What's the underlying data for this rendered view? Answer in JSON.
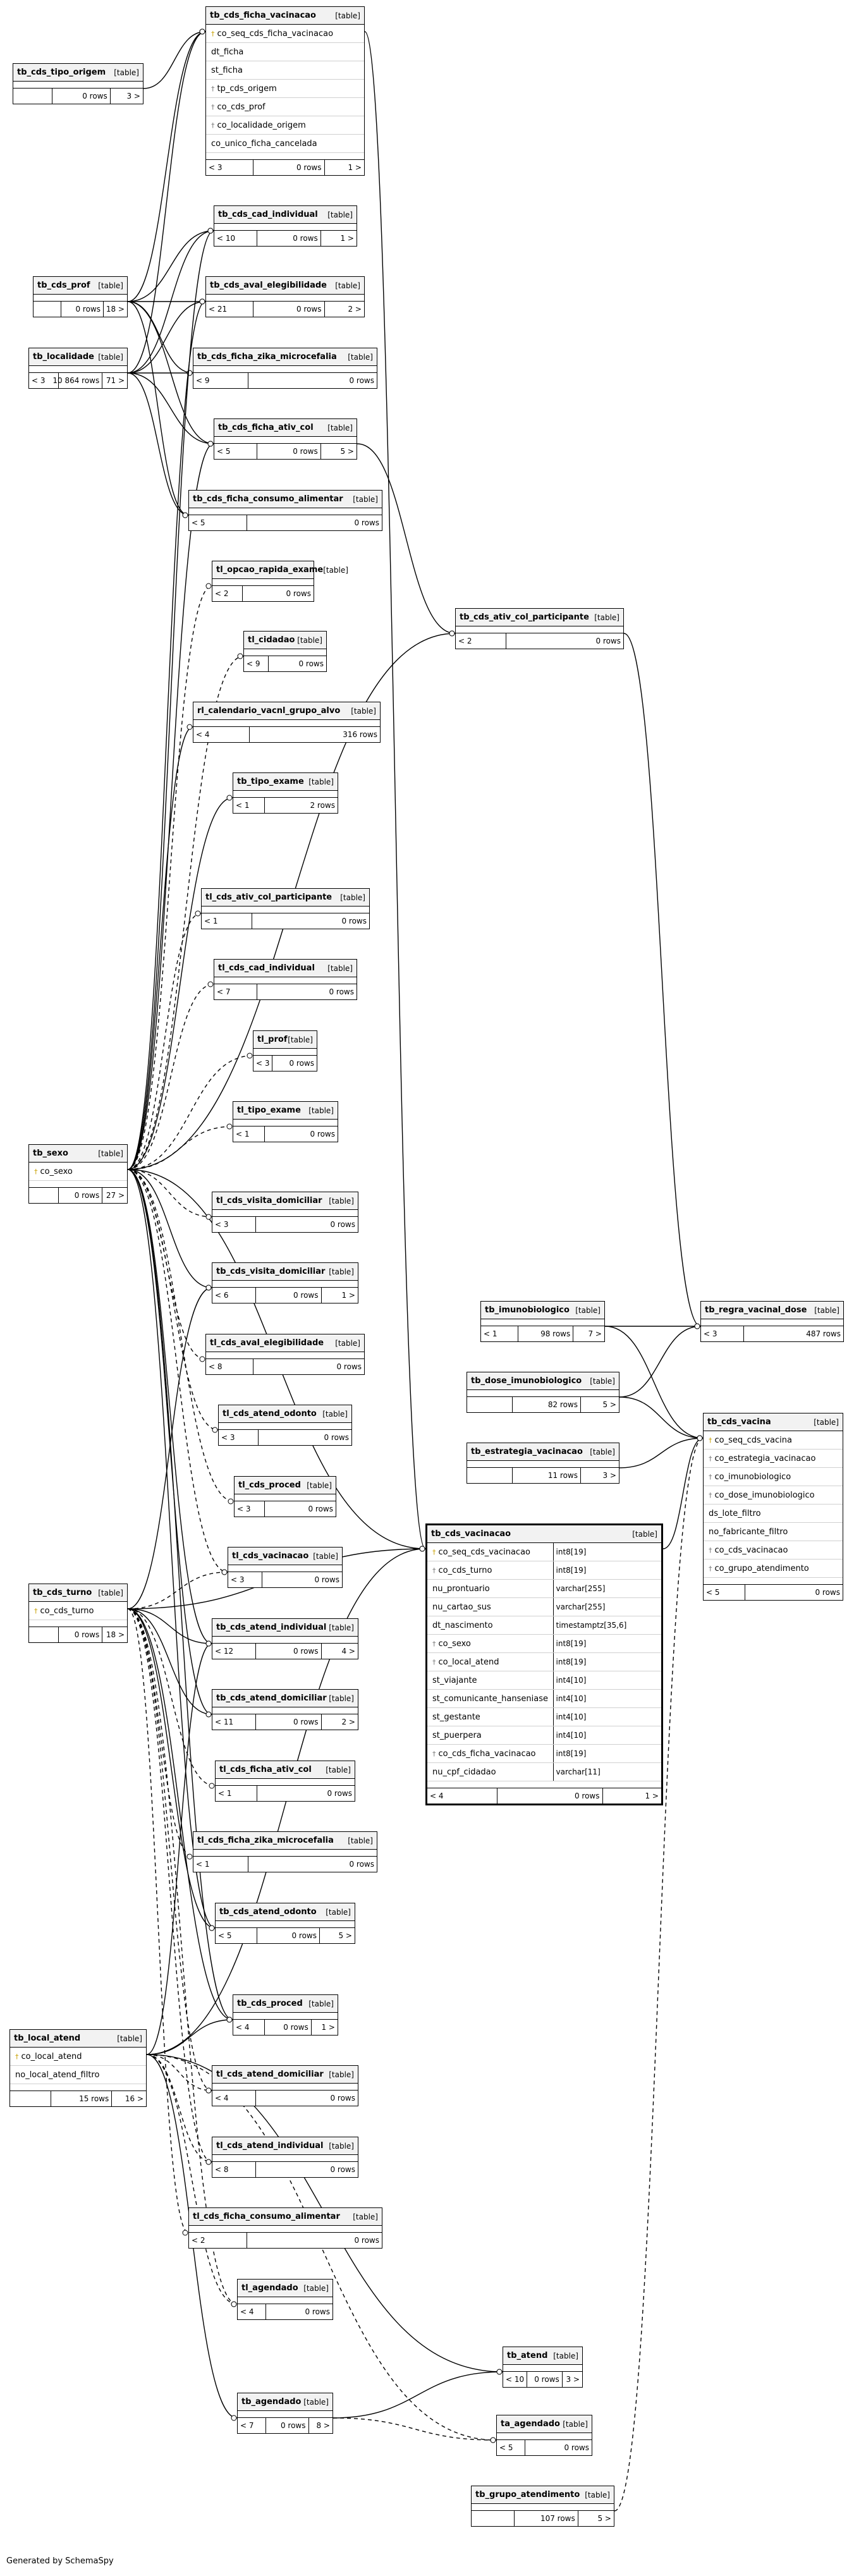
{
  "footer": "Generated by SchemaSpy",
  "tables": [
    {
      "id": "tb_cds_ficha_vacinacao",
      "name": "tb_cds_ficha_vacinacao",
      "type": "[table]",
      "cols": [
        {
          "n": "co_seq_cds_ficha_vacinacao",
          "k": "pk"
        },
        {
          "n": "dt_ficha"
        },
        {
          "n": "st_ficha"
        },
        {
          "n": "tp_cds_origem",
          "k": "fk"
        },
        {
          "n": "co_cds_prof",
          "k": "fk"
        },
        {
          "n": "co_localidade_origem",
          "k": "fk"
        },
        {
          "n": "co_unico_ficha_cancelada"
        }
      ],
      "foot": [
        "< 3",
        "0 rows",
        "1 >"
      ]
    },
    {
      "id": "tb_cds_tipo_origem",
      "name": "tb_cds_tipo_origem",
      "type": "[table]",
      "foot": [
        "",
        "0 rows",
        "3 >"
      ]
    },
    {
      "id": "tb_cds_prof",
      "name": "tb_cds_prof",
      "type": "[table]",
      "foot": [
        "",
        "0 rows",
        "18 >"
      ]
    },
    {
      "id": "tb_localidade",
      "name": "tb_localidade",
      "type": "[table]",
      "foot": [
        "< 3",
        "10 864 rows",
        "71 >"
      ]
    },
    {
      "id": "tb_cds_cad_individual",
      "name": "tb_cds_cad_individual",
      "type": "[table]",
      "foot": [
        "< 10",
        "0 rows",
        "1 >"
      ]
    },
    {
      "id": "tb_cds_aval_elegibilidade",
      "name": "tb_cds_aval_elegibilidade",
      "type": "[table]",
      "foot": [
        "< 21",
        "0 rows",
        "2 >"
      ]
    },
    {
      "id": "tb_cds_ficha_zika_microcefalia",
      "name": "tb_cds_ficha_zika_microcefalia",
      "type": "[table]",
      "foot": [
        "< 9",
        "0 rows"
      ]
    },
    {
      "id": "tb_cds_ficha_ativ_col",
      "name": "tb_cds_ficha_ativ_col",
      "type": "[table]",
      "foot": [
        "< 5",
        "0 rows",
        "5 >"
      ]
    },
    {
      "id": "tb_cds_ficha_consumo_alimentar",
      "name": "tb_cds_ficha_consumo_alimentar",
      "type": "[table]",
      "foot": [
        "< 5",
        "0 rows"
      ]
    },
    {
      "id": "tl_opcao_rapida_exame",
      "name": "tl_opcao_rapida_exame",
      "type": "[table]",
      "foot": [
        "< 2",
        "0 rows"
      ]
    },
    {
      "id": "tl_cidadao",
      "name": "tl_cidadao",
      "type": "[table]",
      "foot": [
        "< 9",
        "0 rows"
      ]
    },
    {
      "id": "tb_cds_ativ_col_participante",
      "name": "tb_cds_ativ_col_participante",
      "type": "[table]",
      "foot": [
        "< 2",
        "0 rows"
      ]
    },
    {
      "id": "rl_calendario_vacnl_grupo_alvo",
      "name": "rl_calendario_vacnl_grupo_alvo",
      "type": "[table]",
      "foot": [
        "< 4",
        "316 rows"
      ]
    },
    {
      "id": "tb_tipo_exame",
      "name": "tb_tipo_exame",
      "type": "[table]",
      "foot": [
        "< 1",
        "2 rows"
      ]
    },
    {
      "id": "tl_cds_ativ_col_participante",
      "name": "tl_cds_ativ_col_participante",
      "type": "[table]",
      "foot": [
        "< 1",
        "0 rows"
      ]
    },
    {
      "id": "tl_cds_cad_individual",
      "name": "tl_cds_cad_individual",
      "type": "[table]",
      "foot": [
        "< 7",
        "0 rows"
      ]
    },
    {
      "id": "tl_prof",
      "name": "tl_prof",
      "type": "[table]",
      "foot": [
        "< 3",
        "0 rows"
      ]
    },
    {
      "id": "tl_tipo_exame",
      "name": "tl_tipo_exame",
      "type": "[table]",
      "foot": [
        "< 1",
        "0 rows"
      ]
    },
    {
      "id": "tb_sexo",
      "name": "tb_sexo",
      "type": "[table]",
      "cols": [
        {
          "n": "co_sexo",
          "k": "pk"
        }
      ],
      "foot": [
        "",
        "0 rows",
        "27 >"
      ]
    },
    {
      "id": "tl_cds_visita_domiciliar",
      "name": "tl_cds_visita_domiciliar",
      "type": "[table]",
      "foot": [
        "< 3",
        "0 rows"
      ]
    },
    {
      "id": "tb_cds_visita_domiciliar",
      "name": "tb_cds_visita_domiciliar",
      "type": "[table]",
      "foot": [
        "< 6",
        "0 rows",
        "1 >"
      ]
    },
    {
      "id": "tl_cds_aval_elegibilidade",
      "name": "tl_cds_aval_elegibilidade",
      "type": "[table]",
      "foot": [
        "< 8",
        "0 rows"
      ]
    },
    {
      "id": "tl_cds_atend_odonto",
      "name": "tl_cds_atend_odonto",
      "type": "[table]",
      "foot": [
        "< 3",
        "0 rows"
      ]
    },
    {
      "id": "tl_cds_proced",
      "name": "tl_cds_proced",
      "type": "[table]",
      "foot": [
        "< 3",
        "0 rows"
      ]
    },
    {
      "id": "tl_cds_vacinacao",
      "name": "tl_cds_vacinacao",
      "type": "[table]",
      "foot": [
        "< 3",
        "0 rows"
      ]
    },
    {
      "id": "tb_cds_turno",
      "name": "tb_cds_turno",
      "type": "[table]",
      "cols": [
        {
          "n": "co_cds_turno",
          "k": "pk"
        }
      ],
      "foot": [
        "",
        "0 rows",
        "18 >"
      ]
    },
    {
      "id": "tb_cds_atend_individual",
      "name": "tb_cds_atend_individual",
      "type": "[table]",
      "foot": [
        "< 12",
        "0 rows",
        "4 >"
      ]
    },
    {
      "id": "tb_cds_atend_domiciliar",
      "name": "tb_cds_atend_domiciliar",
      "type": "[table]",
      "foot": [
        "< 11",
        "0 rows",
        "2 >"
      ]
    },
    {
      "id": "tl_cds_ficha_ativ_col",
      "name": "tl_cds_ficha_ativ_col",
      "type": "[table]",
      "foot": [
        "< 1",
        "0 rows"
      ]
    },
    {
      "id": "tl_cds_ficha_zika_microcefalia",
      "name": "tl_cds_ficha_zika_microcefalia",
      "type": "[table]",
      "foot": [
        "< 1",
        "0 rows"
      ]
    },
    {
      "id": "tb_cds_atend_odonto",
      "name": "tb_cds_atend_odonto",
      "type": "[table]",
      "foot": [
        "< 5",
        "0 rows",
        "5 >"
      ]
    },
    {
      "id": "tb_local_atend",
      "name": "tb_local_atend",
      "type": "[table]",
      "cols": [
        {
          "n": "co_local_atend",
          "k": "pk"
        },
        {
          "n": "no_local_atend_filtro"
        }
      ],
      "foot": [
        "",
        "15 rows",
        "16 >"
      ]
    },
    {
      "id": "tb_cds_proced",
      "name": "tb_cds_proced",
      "type": "[table]",
      "foot": [
        "< 4",
        "0 rows",
        "1 >"
      ]
    },
    {
      "id": "tl_cds_atend_domiciliar",
      "name": "tl_cds_atend_domiciliar",
      "type": "[table]",
      "foot": [
        "< 4",
        "0 rows"
      ]
    },
    {
      "id": "tl_cds_atend_individual",
      "name": "tl_cds_atend_individual",
      "type": "[table]",
      "foot": [
        "< 8",
        "0 rows"
      ]
    },
    {
      "id": "tl_cds_ficha_consumo_alimentar",
      "name": "tl_cds_ficha_consumo_alimentar",
      "type": "[table]",
      "foot": [
        "< 2",
        "0 rows"
      ]
    },
    {
      "id": "tl_agendado",
      "name": "tl_agendado",
      "type": "[table]",
      "foot": [
        "< 4",
        "0 rows"
      ]
    },
    {
      "id": "tb_atend",
      "name": "tb_atend",
      "type": "[table]",
      "foot": [
        "< 10",
        "0 rows",
        "3 >"
      ]
    },
    {
      "id": "tb_agendado",
      "name": "tb_agendado",
      "type": "[table]",
      "foot": [
        "< 7",
        "0 rows",
        "8 >"
      ]
    },
    {
      "id": "ta_agendado",
      "name": "ta_agendado",
      "type": "[table]",
      "foot": [
        "< 5",
        "0 rows"
      ]
    },
    {
      "id": "tb_grupo_atendimento",
      "name": "tb_grupo_atendimento",
      "type": "[table]",
      "foot": [
        "",
        "107 rows",
        "5 >"
      ]
    },
    {
      "id": "tb_imunobiologico",
      "name": "tb_imunobiologico",
      "type": "[table]",
      "foot": [
        "< 1",
        "98 rows",
        "7 >"
      ]
    },
    {
      "id": "tb_dose_imunobiologico",
      "name": "tb_dose_imunobiologico",
      "type": "[table]",
      "foot": [
        "",
        "82 rows",
        "5 >"
      ]
    },
    {
      "id": "tb_estrategia_vacinacao",
      "name": "tb_estrategia_vacinacao",
      "type": "[table]",
      "foot": [
        "",
        "11 rows",
        "3 >"
      ]
    },
    {
      "id": "tb_regra_vacinal_dose",
      "name": "tb_regra_vacinal_dose",
      "type": "[table]",
      "foot": [
        "< 3",
        "487 rows"
      ]
    },
    {
      "id": "tb_cds_vacina",
      "name": "tb_cds_vacina",
      "type": "[table]",
      "cols": [
        {
          "n": "co_seq_cds_vacina",
          "k": "pk"
        },
        {
          "n": "co_estrategia_vacinacao",
          "k": "fk"
        },
        {
          "n": "co_imunobiologico",
          "k": "fk"
        },
        {
          "n": "co_dose_imunobiologico",
          "k": "fk"
        },
        {
          "n": "ds_lote_filtro"
        },
        {
          "n": "no_fabricante_filtro"
        },
        {
          "n": "co_cds_vacinacao",
          "k": "fk"
        },
        {
          "n": "co_grupo_atendimento",
          "k": "fk"
        }
      ],
      "foot": [
        "< 5",
        "0 rows"
      ]
    },
    {
      "id": "tb_cds_vacinacao",
      "name": "tb_cds_vacinacao",
      "type": "[table]",
      "focus": true,
      "cols": [
        {
          "n": "co_seq_cds_vacinacao",
          "t": "int8[19]",
          "k": "pk"
        },
        {
          "n": "co_cds_turno",
          "t": "int8[19]",
          "k": "fk"
        },
        {
          "n": "nu_prontuario",
          "t": "varchar[255]"
        },
        {
          "n": "nu_cartao_sus",
          "t": "varchar[255]"
        },
        {
          "n": "dt_nascimento",
          "t": "timestamptz[35,6]"
        },
        {
          "n": "co_sexo",
          "t": "int8[19]",
          "k": "fk"
        },
        {
          "n": "co_local_atend",
          "t": "int8[19]",
          "k": "fk"
        },
        {
          "n": "st_viajante",
          "t": "int4[10]"
        },
        {
          "n": "st_comunicante_hanseniase",
          "t": "int4[10]"
        },
        {
          "n": "st_gestante",
          "t": "int4[10]"
        },
        {
          "n": "st_puerpera",
          "t": "int4[10]"
        },
        {
          "n": "co_cds_ficha_vacinacao",
          "t": "int8[19]",
          "k": "fk"
        },
        {
          "n": "nu_cpf_cidadao",
          "t": "varchar[11]"
        }
      ],
      "foot": [
        "< 4",
        "0 rows",
        "1 >"
      ]
    }
  ]
}
